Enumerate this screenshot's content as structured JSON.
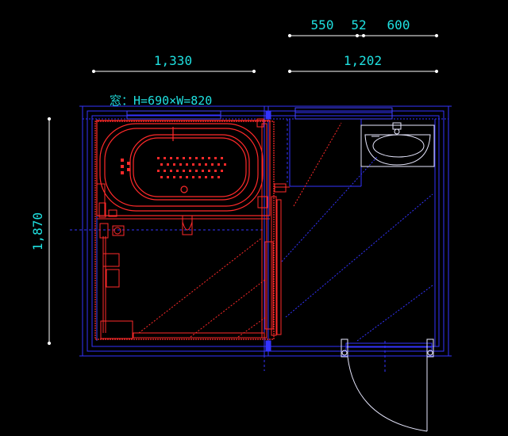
{
  "drawing": {
    "dimensions": {
      "top_left": "1,330",
      "top_right": "1,202",
      "top_small_a": "550",
      "top_small_b": "52",
      "top_small_c": "600",
      "left_vertical": "1,870"
    },
    "window_note": "窓：H=690×W=820"
  },
  "colors": {
    "background": "#000000",
    "wall": "#3333ff",
    "fixture": "#ff2a2a",
    "dimension_text": "#1fe0e0",
    "dimension_line": "#ffffff",
    "sink": "#e8e8ff"
  }
}
